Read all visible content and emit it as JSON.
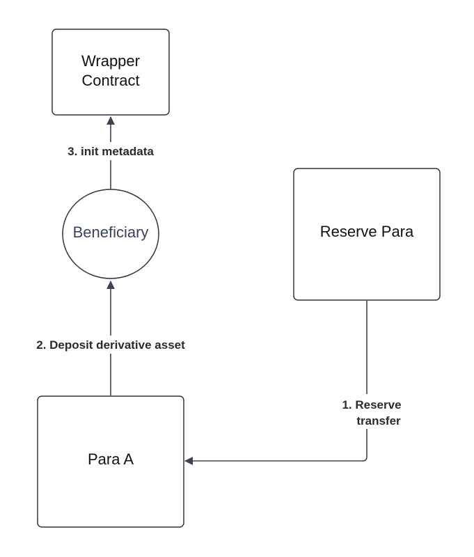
{
  "nodes": {
    "wrapper_contract": {
      "line1": "Wrapper",
      "line2": "Contract"
    },
    "beneficiary": {
      "label": "Beneficiary"
    },
    "reserve_para": {
      "label": "Reserve Para"
    },
    "para_a": {
      "label": "Para A"
    }
  },
  "edges": {
    "init_metadata": {
      "label": "3. init metadata"
    },
    "deposit_derivative": {
      "label": "2. Deposit derivative asset"
    },
    "reserve_transfer": {
      "line1": "1. Reserve",
      "line2": "transfer"
    }
  },
  "colors": {
    "stroke": "#2e3440",
    "edge": "#3d4350",
    "text": "#111111",
    "circle_text": "#3a4456"
  }
}
